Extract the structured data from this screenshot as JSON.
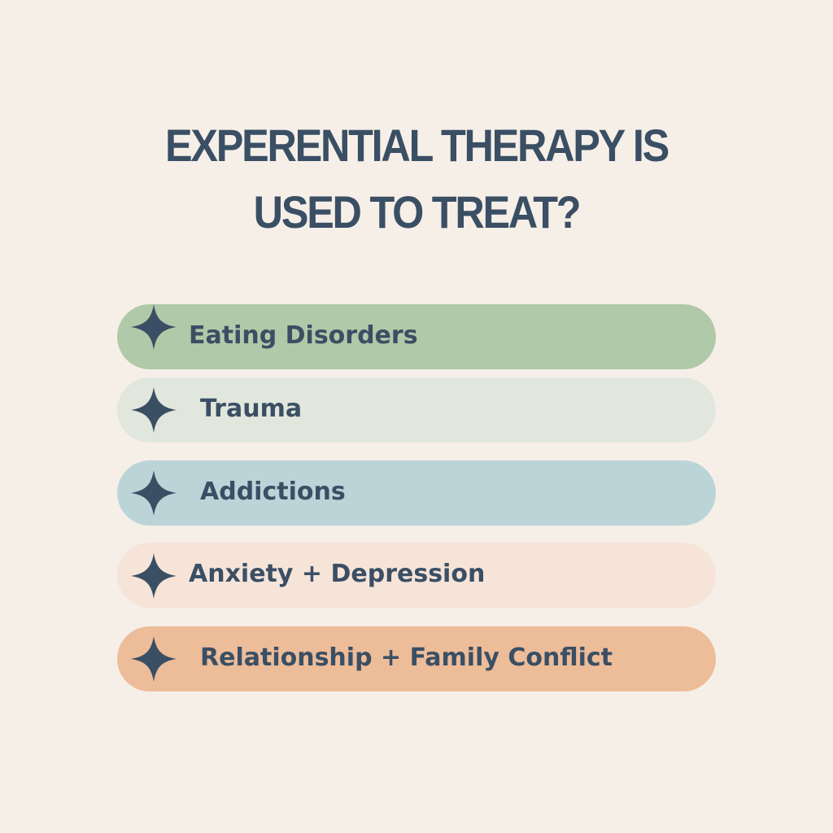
{
  "title": {
    "line1": "EXPERENTIAL THERAPY IS",
    "line2": "USED TO TREAT?"
  },
  "colors": {
    "background": "#f6efe8",
    "text": "#3a4f64",
    "star": "#3a4f64"
  },
  "items": [
    {
      "label": "Eating Disorders",
      "color": "#b0c9a8",
      "icon": "four-point-star-icon"
    },
    {
      "label": "Trauma",
      "color": "#e1e7dd",
      "icon": "four-point-star-icon"
    },
    {
      "label": "Addictions",
      "color": "#bbd4d7",
      "icon": "four-point-star-icon"
    },
    {
      "label": "Anxiety + Depression",
      "color": "#f6e4d9",
      "icon": "four-point-star-icon"
    },
    {
      "label": "Relationship + Family Conflict",
      "color": "#edbc99",
      "icon": "four-point-star-icon"
    }
  ]
}
